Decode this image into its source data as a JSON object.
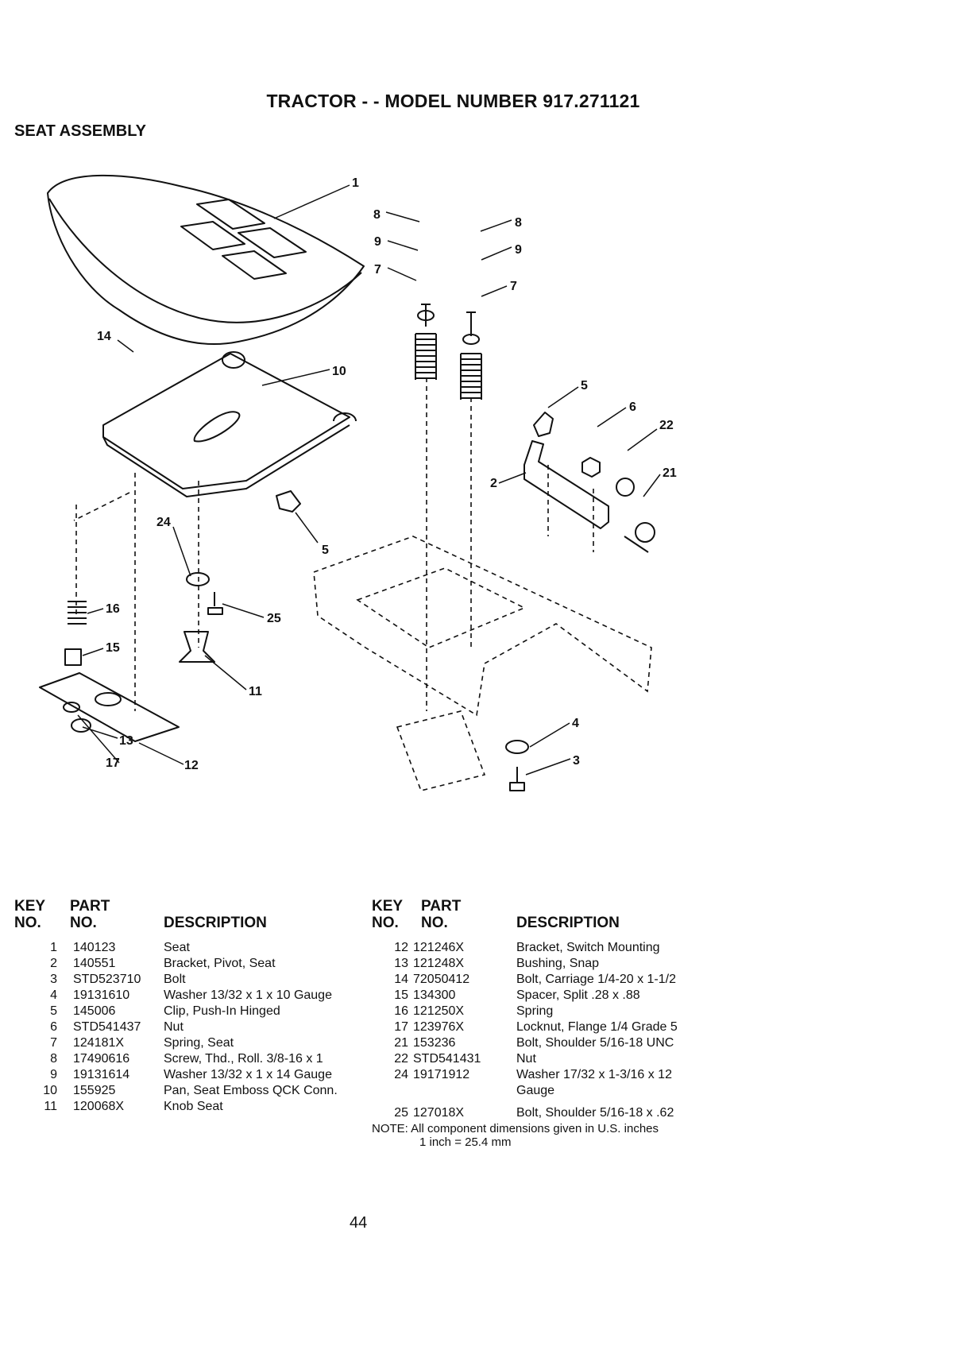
{
  "document": {
    "title": "TRACTOR - - MODEL NUMBER 917.271121",
    "subtitle": "SEAT ASSEMBLY"
  },
  "callouts": [
    "1",
    "14",
    "10",
    "8",
    "9",
    "7",
    "8",
    "9",
    "7",
    "5",
    "6",
    "22",
    "21",
    "2",
    "24",
    "5",
    "16",
    "15",
    "25",
    "11",
    "13",
    "17",
    "12",
    "4",
    "3"
  ],
  "tables": {
    "left": {
      "header": {
        "key_line1": "KEY",
        "key_line2": "NO.",
        "part_line1": "PART",
        "part_line2": "NO.",
        "description": "DESCRIPTION"
      },
      "rows": [
        {
          "key": "1",
          "part": "140123",
          "description": "Seat"
        },
        {
          "key": "2",
          "part": "140551",
          "description": "Bracket, Pivot, Seat"
        },
        {
          "key": "3",
          "part": "STD523710",
          "description": "Bolt"
        },
        {
          "key": "4",
          "part": "19131610",
          "description": "Washer 13/32 x 1 x 10 Gauge"
        },
        {
          "key": "5",
          "part": "145006",
          "description": "Clip, Push-In Hinged"
        },
        {
          "key": "6",
          "part": "STD541437",
          "description": "Nut"
        },
        {
          "key": "7",
          "part": "124181X",
          "description": "Spring, Seat"
        },
        {
          "key": "8",
          "part": "17490616",
          "description": "Screw, Thd., Roll. 3/8-16 x 1"
        },
        {
          "key": "9",
          "part": "19131614",
          "description": "Washer 13/32 x 1 x 14 Gauge"
        },
        {
          "key": "10",
          "part": "155925",
          "description": "Pan, Seat Emboss QCK Conn."
        },
        {
          "key": "11",
          "part": "120068X",
          "description": "Knob Seat"
        }
      ]
    },
    "right": {
      "header": {
        "key_line1": "KEY",
        "key_line2": "NO.",
        "part_line1": "PART",
        "part_line2": "NO.",
        "description": "DESCRIPTION"
      },
      "rows": [
        {
          "key": "12",
          "part": "121246X",
          "description": "Bracket, Switch Mounting"
        },
        {
          "key": "13",
          "part": "121248X",
          "description": "Bushing, Snap"
        },
        {
          "key": "14",
          "part": "72050412",
          "description": "Bolt, Carriage 1/4-20 x 1-1/2"
        },
        {
          "key": "15",
          "part": "134300",
          "description": "Spacer, Split .28 x .88"
        },
        {
          "key": "16",
          "part": "121250X",
          "description": "Spring"
        },
        {
          "key": "17",
          "part": "123976X",
          "description": "Locknut, Flange 1/4 Grade 5"
        },
        {
          "key": "21",
          "part": "153236",
          "description": "Bolt, Shoulder 5/16-18 UNC"
        },
        {
          "key": "22",
          "part": "STD541431",
          "description": "Nut"
        },
        {
          "key": "24",
          "part": "19171912",
          "description": "Washer 17/32 x 1-3/16 x 12",
          "description_line2": "Gauge"
        },
        {
          "key": "25",
          "part": "127018X",
          "description": "Bolt, Shoulder 5/16-18 x .62"
        }
      ]
    }
  },
  "note": {
    "line1": "NOTE: All component dimensions given in U.S. inches",
    "line2": "1 inch = 25.4 mm"
  },
  "page_number": "44"
}
